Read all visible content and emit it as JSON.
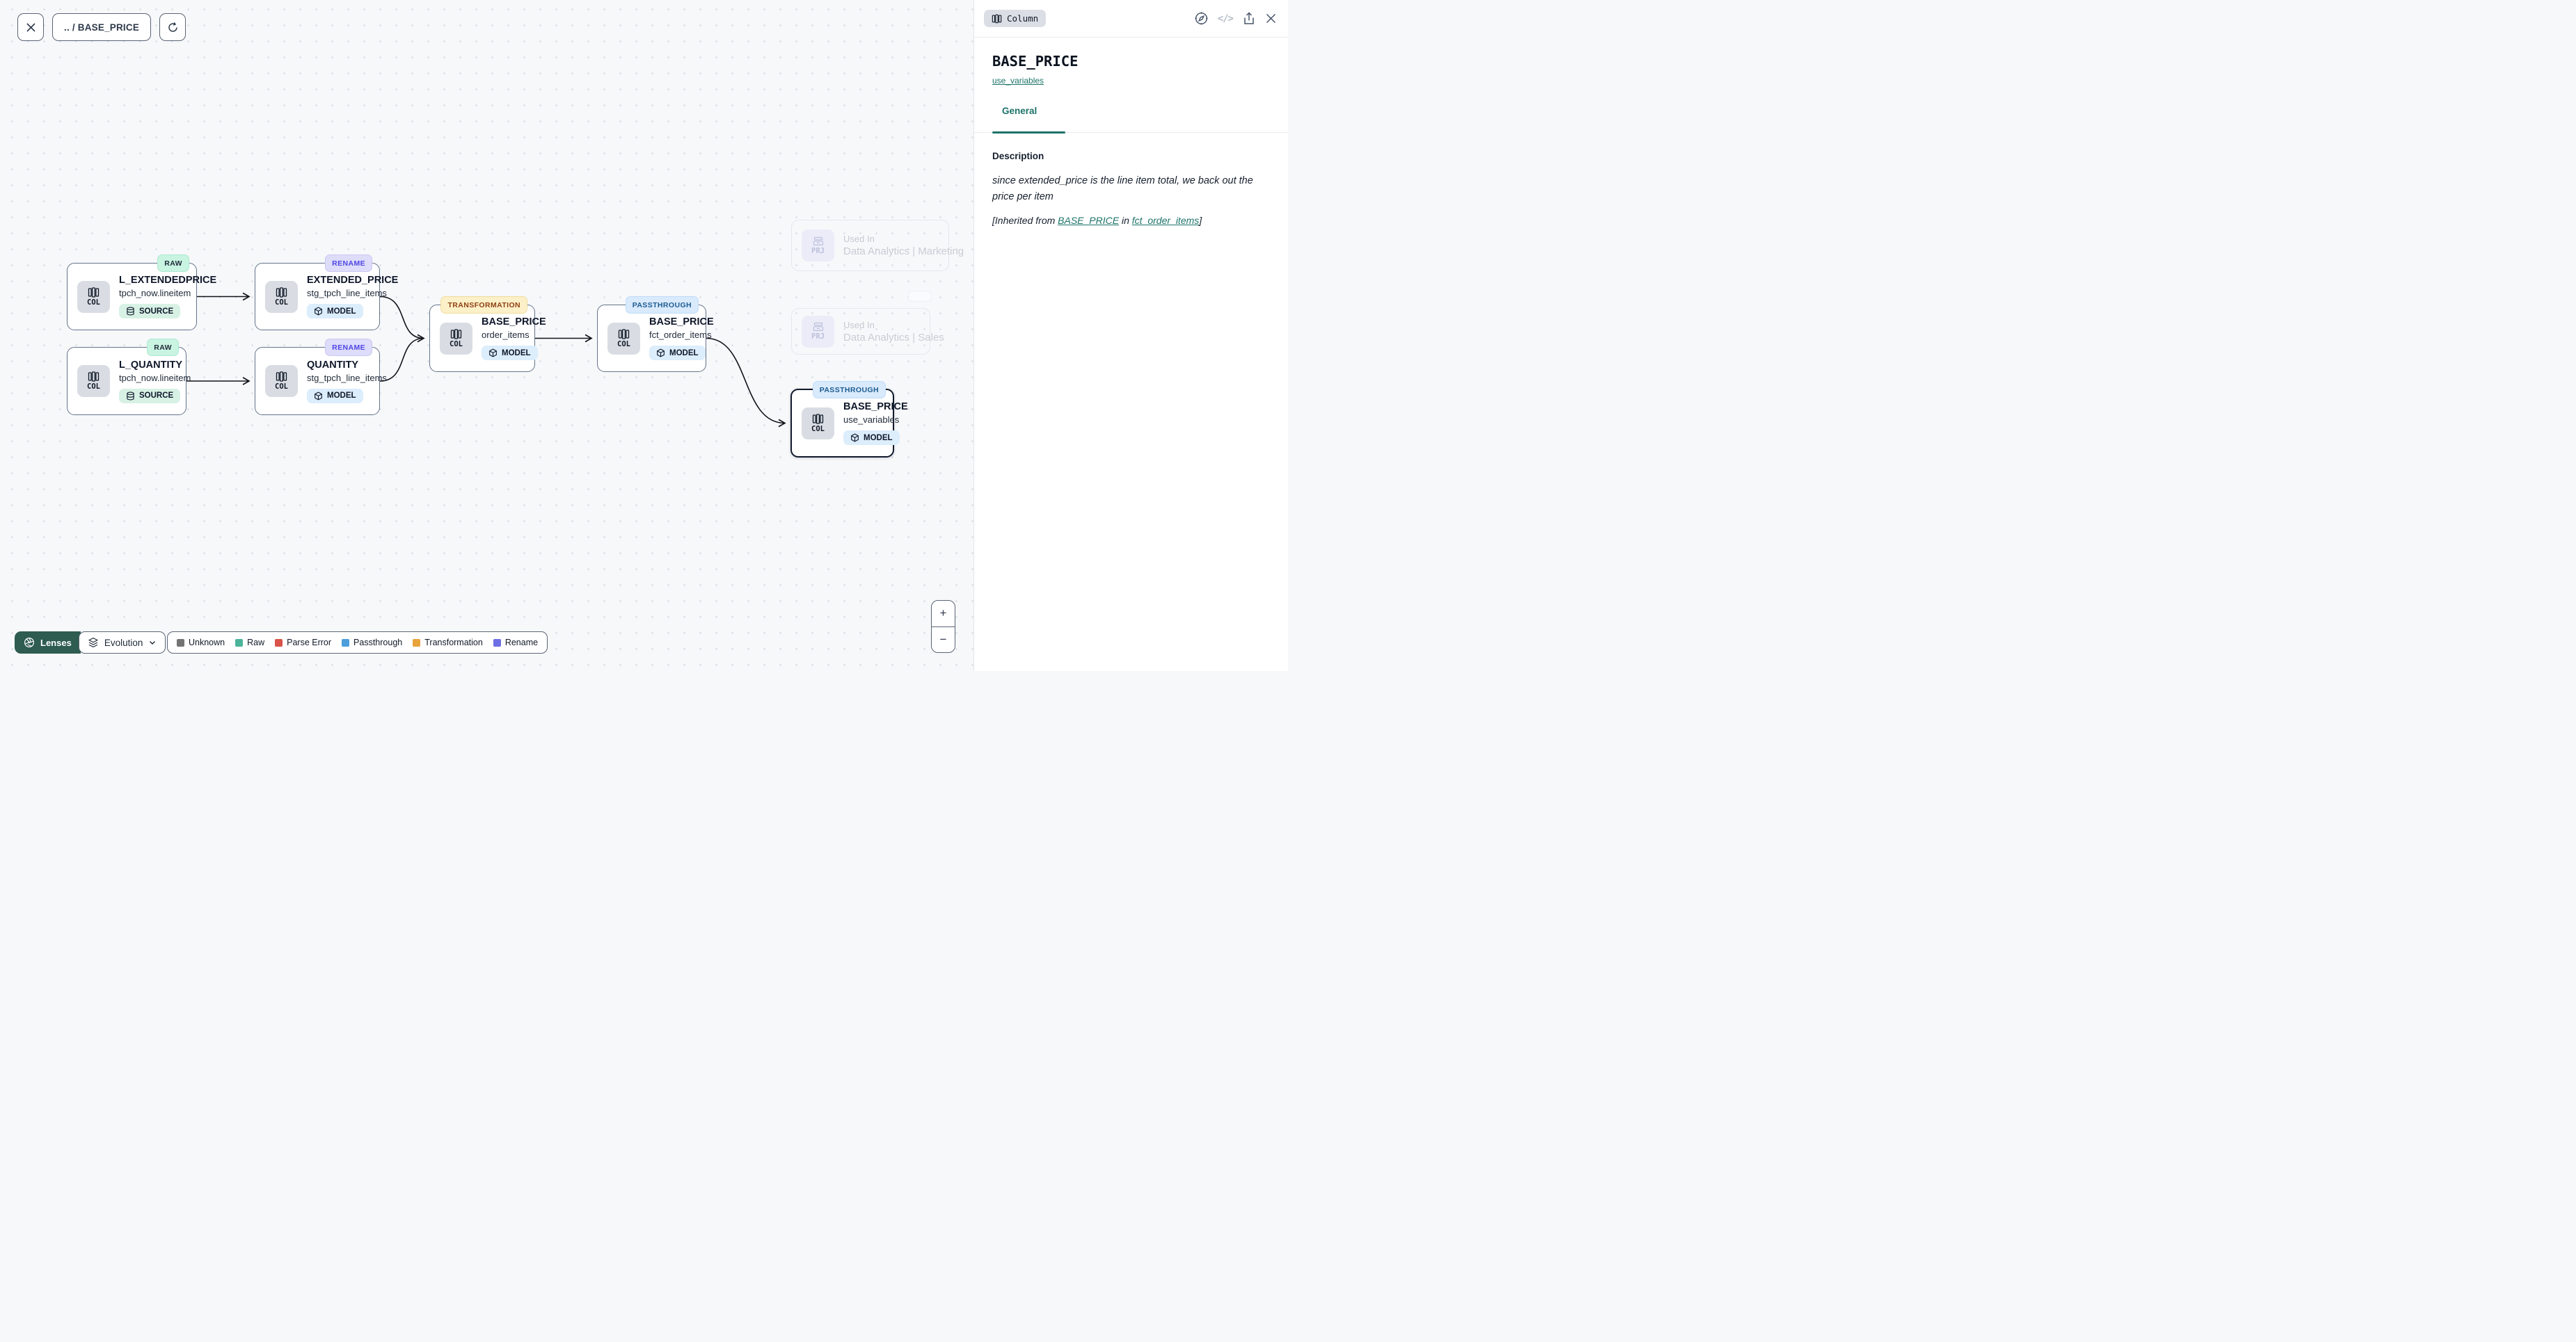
{
  "toolbar": {
    "breadcrumb": ".. / BASE_PRICE"
  },
  "canvas": {
    "nodes": [
      {
        "badge": "RAW",
        "title": "L_EXTENDEDPRICE",
        "subtitle": "tpch_now.lineitem",
        "kind": "COL",
        "chip": "SOURCE"
      },
      {
        "badge": "RAW",
        "title": "L_QUANTITY",
        "subtitle": "tpch_now.lineitem",
        "kind": "COL",
        "chip": "SOURCE"
      },
      {
        "badge": "RENAME",
        "title": "EXTENDED_PRICE",
        "subtitle": "stg_tpch_line_items",
        "kind": "COL",
        "chip": "MODEL"
      },
      {
        "badge": "RENAME",
        "title": "QUANTITY",
        "subtitle": "stg_tpch_line_items",
        "kind": "COL",
        "chip": "MODEL"
      },
      {
        "badge": "TRANSFORMATION",
        "title": "BASE_PRICE",
        "subtitle": "order_items",
        "kind": "COL",
        "chip": "MODEL"
      },
      {
        "badge": "PASSTHROUGH",
        "title": "BASE_PRICE",
        "subtitle": "fct_order_items",
        "kind": "COL",
        "chip": "MODEL"
      },
      {
        "badge": "PASSTHROUGH",
        "title": "BASE_PRICE",
        "subtitle": "use_variables",
        "kind": "COL",
        "chip": "MODEL"
      }
    ],
    "ghosts": [
      {
        "kind": "PRJ",
        "label": "Used In",
        "title": "Data Analytics | Marketing"
      },
      {
        "kind": "PRJ",
        "label": "Used In",
        "title": "Data Analytics | Sales"
      }
    ],
    "lenses_label": "Lenses",
    "lens_selected": "Evolution",
    "legend": [
      {
        "label": "Unknown",
        "color": "#737373"
      },
      {
        "label": "Raw",
        "color": "#4cb39b"
      },
      {
        "label": "Parse Error",
        "color": "#da5348"
      },
      {
        "label": "Passthrough",
        "color": "#4d9edb"
      },
      {
        "label": "Transformation",
        "color": "#e8a33c"
      },
      {
        "label": "Rename",
        "color": "#6e6ee4"
      }
    ]
  },
  "zoom": {
    "in_label": "+",
    "out_label": "−"
  },
  "panel": {
    "type_badge": "Column",
    "code_glyph": "</>",
    "title": "BASE_PRICE",
    "subtitle_link": "use_variables",
    "tab_general": "General",
    "description_heading": "Description",
    "description_text": "since extended_price is the line item total, we back out the price per item",
    "inherited_prefix": "[Inherited from ",
    "inherited_link_column": "BASE_PRICE",
    "inherited_middle": " in ",
    "inherited_link_model": "fct_order_items",
    "inherited_suffix": "]"
  }
}
